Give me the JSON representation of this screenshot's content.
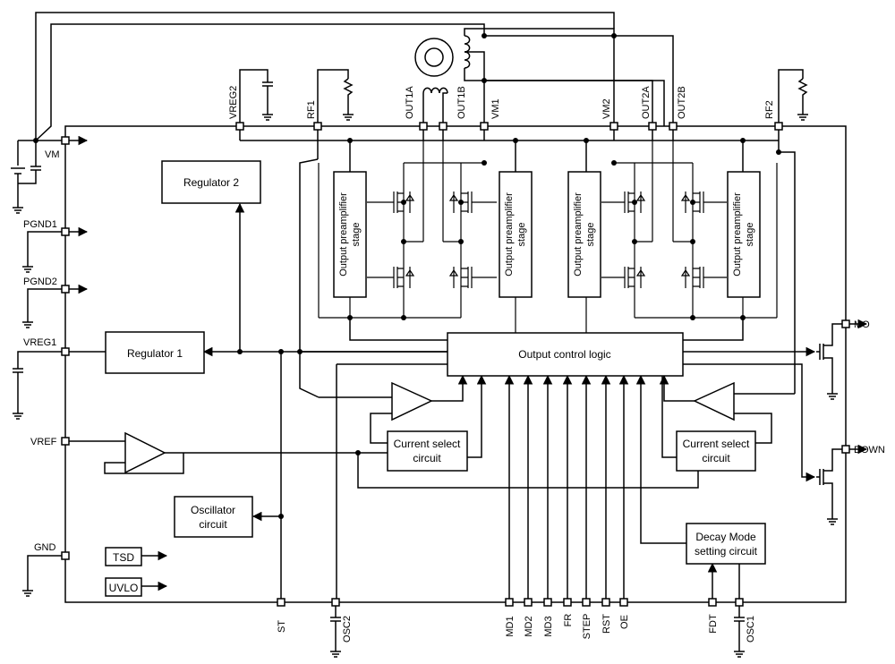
{
  "pins": {
    "left": [
      "VM",
      "PGND1",
      "PGND2",
      "VREG1",
      "VREF",
      "GND"
    ],
    "top": [
      "VREG2",
      "RF1",
      "OUT1A",
      "OUT1B",
      "VM1",
      "VM2",
      "OUT2A",
      "OUT2B",
      "RF2"
    ],
    "bottom": [
      "ST",
      "OSC2",
      "MD1",
      "MD2",
      "MD3",
      "FR",
      "STEP",
      "RST",
      "OE",
      "FDT",
      "OSC1"
    ],
    "right": [
      "MO",
      "DOWN"
    ]
  },
  "blocks": {
    "regulator2": "Regulator 2",
    "regulator1": "Regulator 1",
    "preamp": [
      "Output preamplifier",
      "stage"
    ],
    "output_control": "Output control logic",
    "current_select": [
      "Current select",
      "circuit"
    ],
    "oscillator": [
      "Oscillator",
      "circuit"
    ],
    "decay_mode": [
      "Decay Mode",
      "setting circuit"
    ],
    "tsd": "TSD",
    "uvlo": "UVLO"
  }
}
